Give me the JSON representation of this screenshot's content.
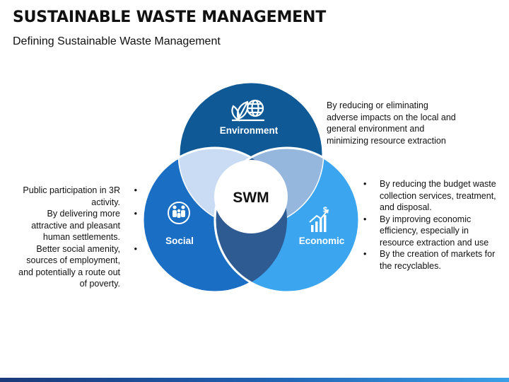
{
  "title": "SUSTAINABLE WASTE MANAGEMENT",
  "subtitle": "Defining Sustainable Waste Management",
  "center_label": "SWM",
  "circles": {
    "environment": {
      "label": "Environment",
      "icon": "leaf-globe-icon",
      "color": "#0f5a96"
    },
    "social": {
      "label": "Social",
      "icon": "people-icon",
      "color": "#1a6fc4"
    },
    "economic": {
      "label": "Economic",
      "icon": "growth-chart-icon",
      "color": "#3ba5f0"
    }
  },
  "environment_text": [
    "By reducing or eliminating",
    "adverse impacts on the local and",
    "general environment and",
    "minimizing resource extraction"
  ],
  "economic_points": [
    "By reducing the budget waste collection services, treatment, and disposal.",
    "By improving economic efficiency, especially in resource extraction and use",
    "By the creation of markets for the recyclables."
  ],
  "social_points": [
    "Public participation in 3R activity.",
    "By delivering more attractive and pleasant human settlements.",
    "Better social amenity, sources of employment, and potentially a route out of poverty."
  ]
}
